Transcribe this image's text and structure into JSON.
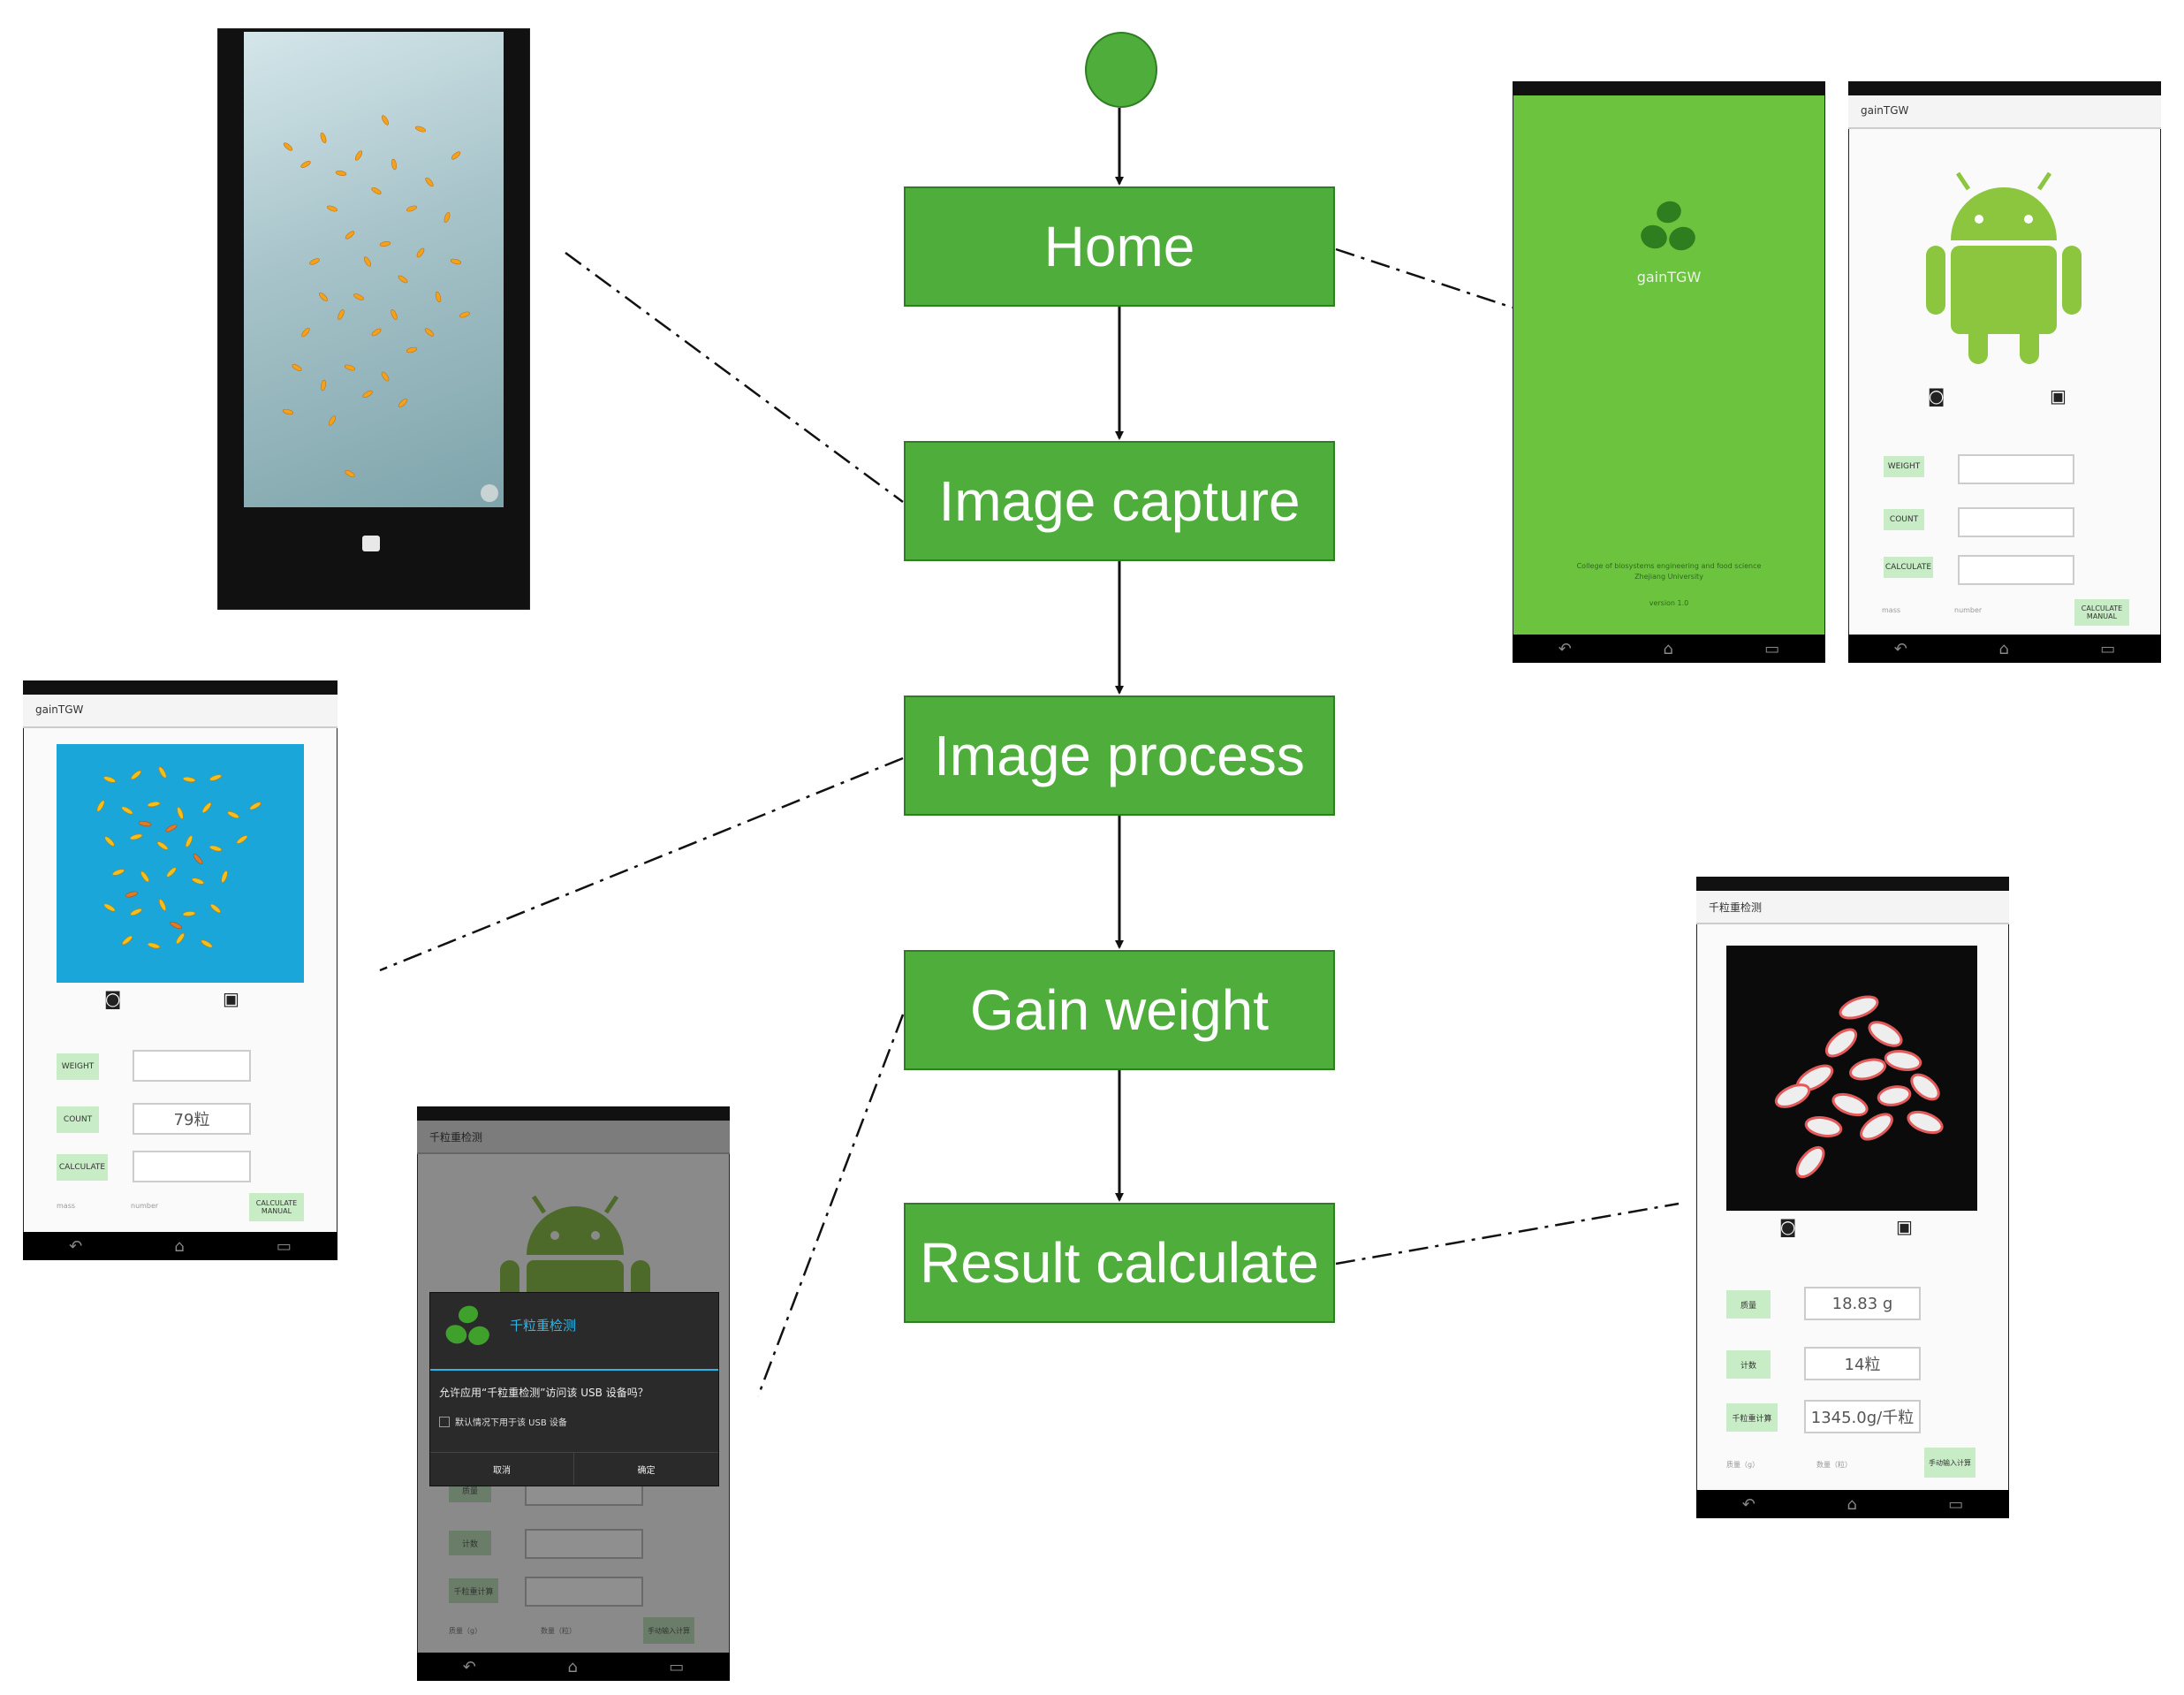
{
  "flow": {
    "steps": [
      "Home",
      "Image capture",
      "Image process",
      "Gain weight",
      "Result calculate"
    ]
  },
  "screens": {
    "splash": {
      "app_name": "gainTGW",
      "footer_line1": "College of biosystems engineering and food science",
      "footer_line2": "Zhejiang University",
      "version": "version 1.0",
      "bg_color": "#6cc33d"
    },
    "home_en": {
      "title": "gainTGW",
      "labels": [
        "WEIGHT",
        "COUNT",
        "CALCULATE"
      ],
      "mass_label": "mass",
      "number_label": "number",
      "manual_button": "CALCULATE MANUAL"
    },
    "process_en": {
      "title": "gainTGW",
      "labels": [
        "WEIGHT",
        "COUNT",
        "CALCULATE"
      ],
      "count_value": "79粒",
      "mass_label": "mass",
      "number_label": "number",
      "manual_button": "CALCULATE MANUAL"
    },
    "usb_dialog": {
      "title": "千粒重检测",
      "dialog_title": "千粒重检测",
      "message": "允许应用“千粒重检测”访问该 USB 设备吗？",
      "checkbox": "默认情况下用于该 USB 设备",
      "cancel": "取消",
      "ok": "确定",
      "labels": [
        "质量",
        "计数",
        "千粒重计算"
      ],
      "mass_label": "质量（g）",
      "number_label": "数量（粒）",
      "manual_button": "手动输入计算"
    },
    "result_cn": {
      "title": "千粒重检测",
      "labels": [
        "质量",
        "计数",
        "千粒重计算"
      ],
      "weight_value": "18.83 g",
      "count_value": "14粒",
      "tgw_value": "1345.0g/千粒",
      "mass_label": "质量（g）",
      "number_label": "数量（粒）",
      "manual_button": "手动输入计算"
    }
  },
  "colors": {
    "step_fill": "#4ead3b",
    "step_border": "#2f7d24",
    "android_green": "#8cc63f",
    "tag_fill": "#c8edc6",
    "rice_blue_bg": "#1aa6d8",
    "grain_orange": "#f2a21c"
  }
}
